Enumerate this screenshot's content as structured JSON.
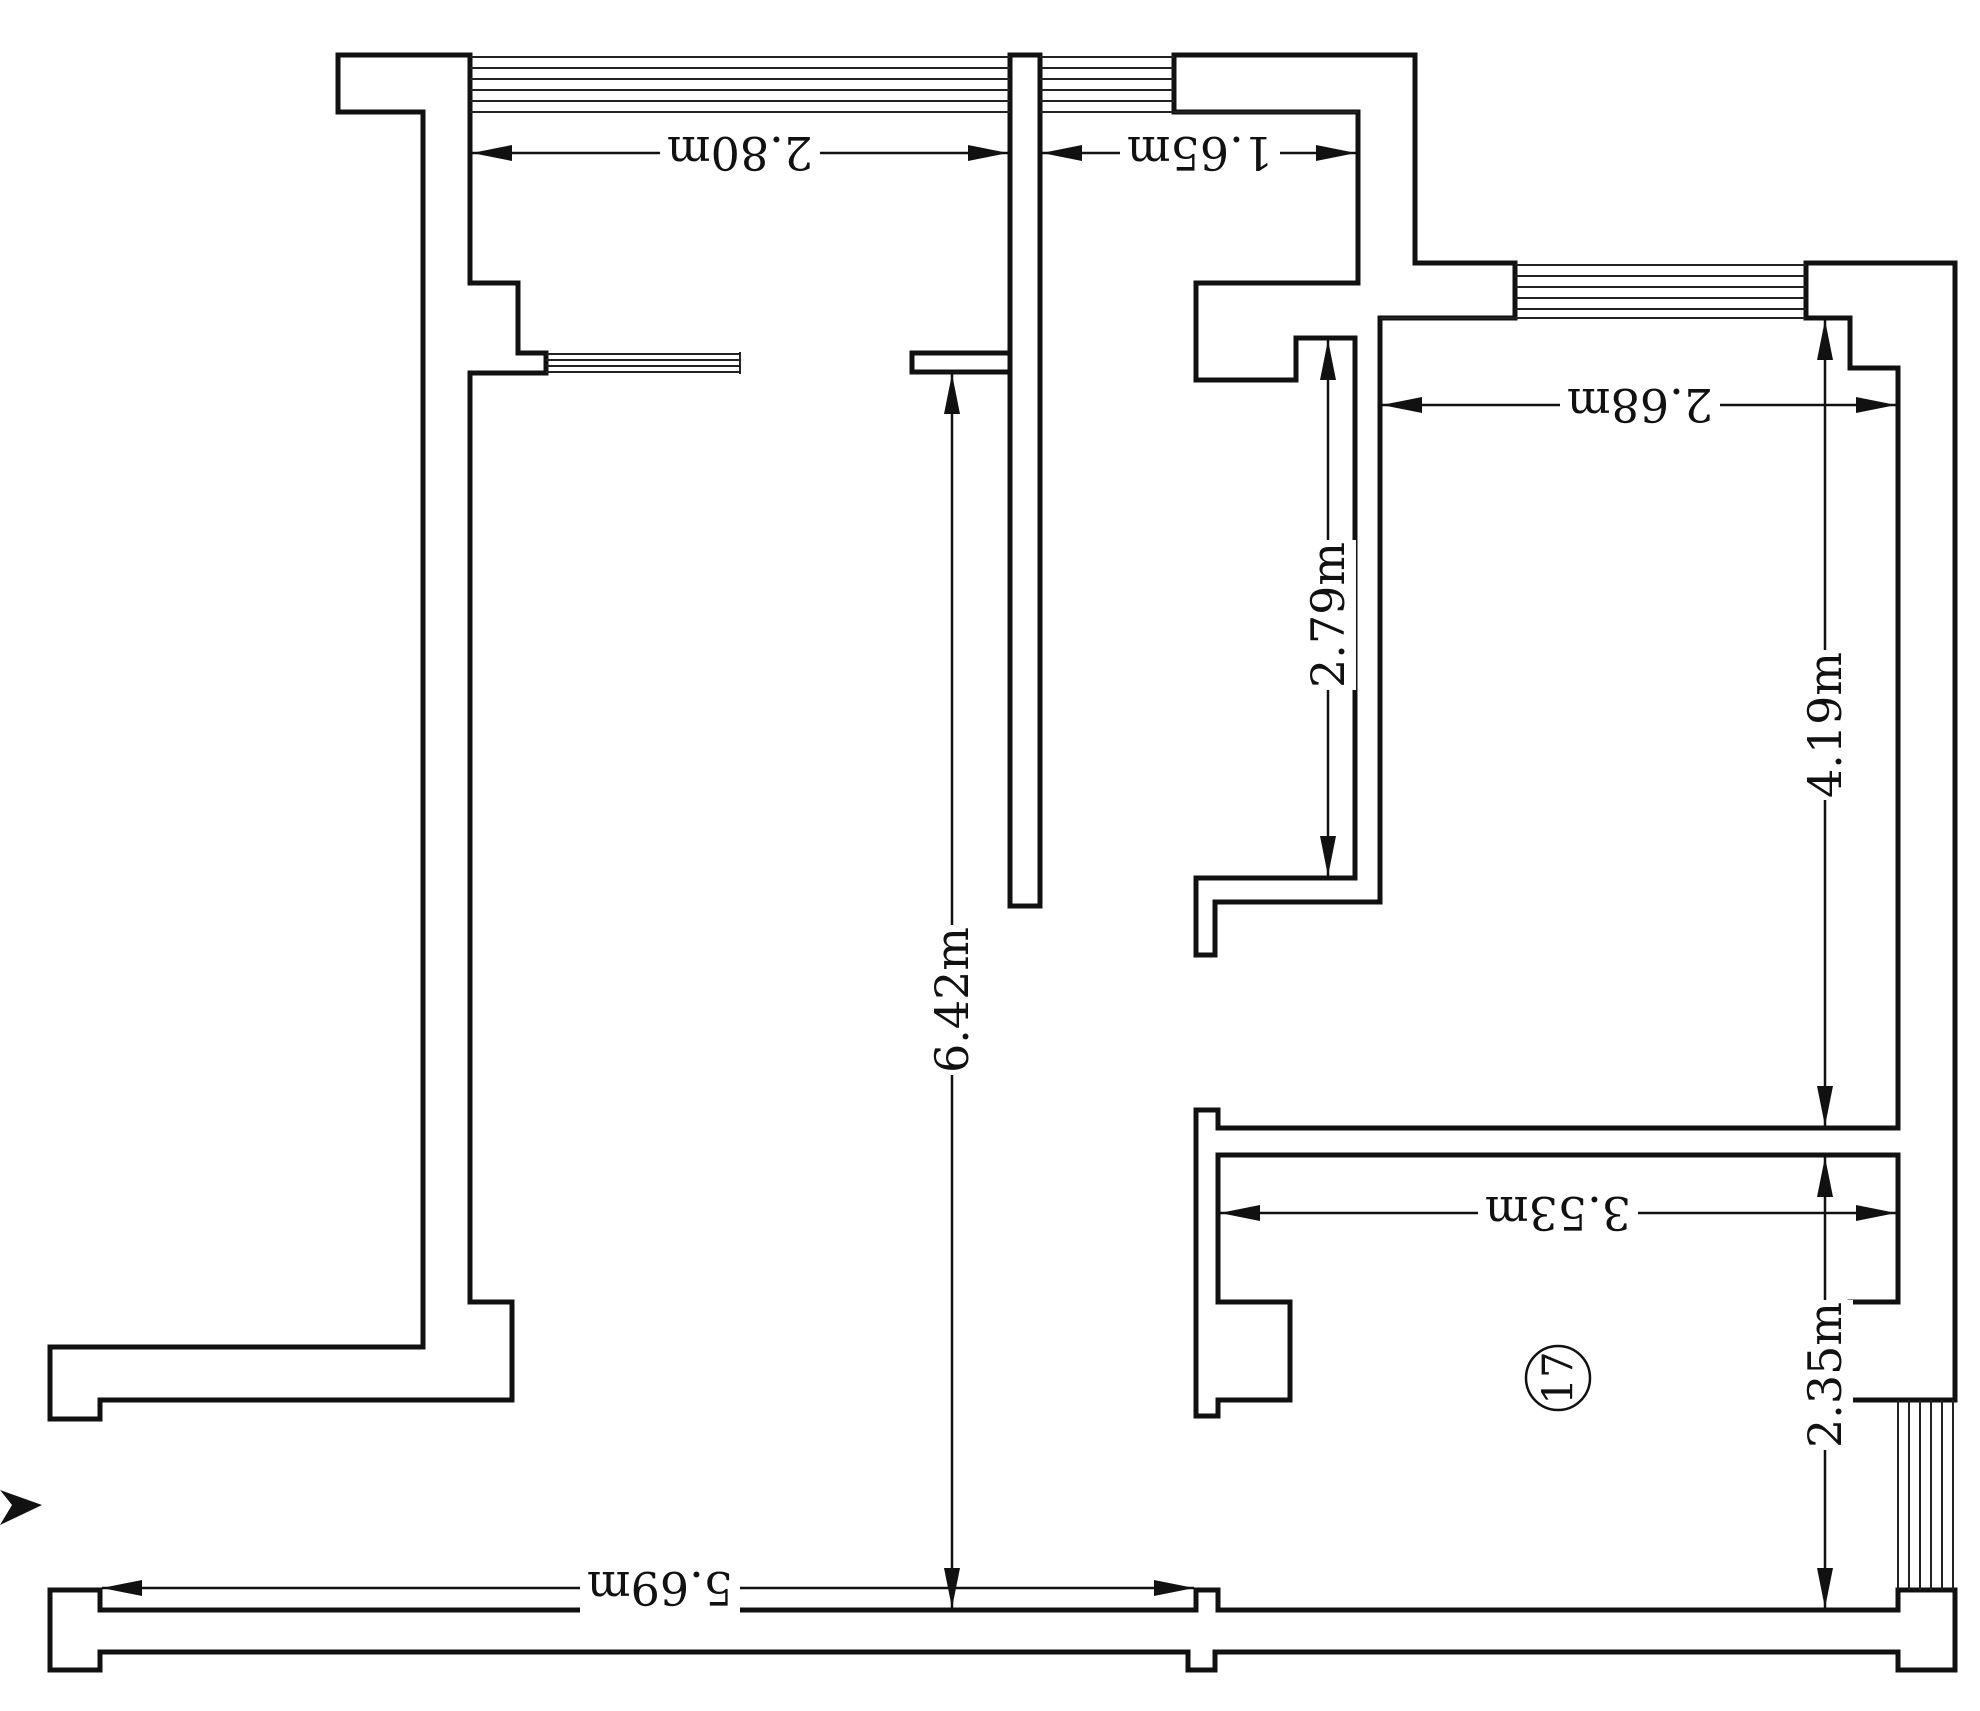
{
  "dimensions": {
    "top_left_width": "2.80m",
    "top_right_width": "1.65m",
    "right_room_width": "2.68m",
    "corridor_height": "2.79m",
    "right_room_height": "4.19m",
    "main_height": "6.42m",
    "bottom_room_width": "3.53m",
    "bottom_room_height": "2.35m",
    "bottom_total_width": "5.69m"
  },
  "room_label": "17"
}
